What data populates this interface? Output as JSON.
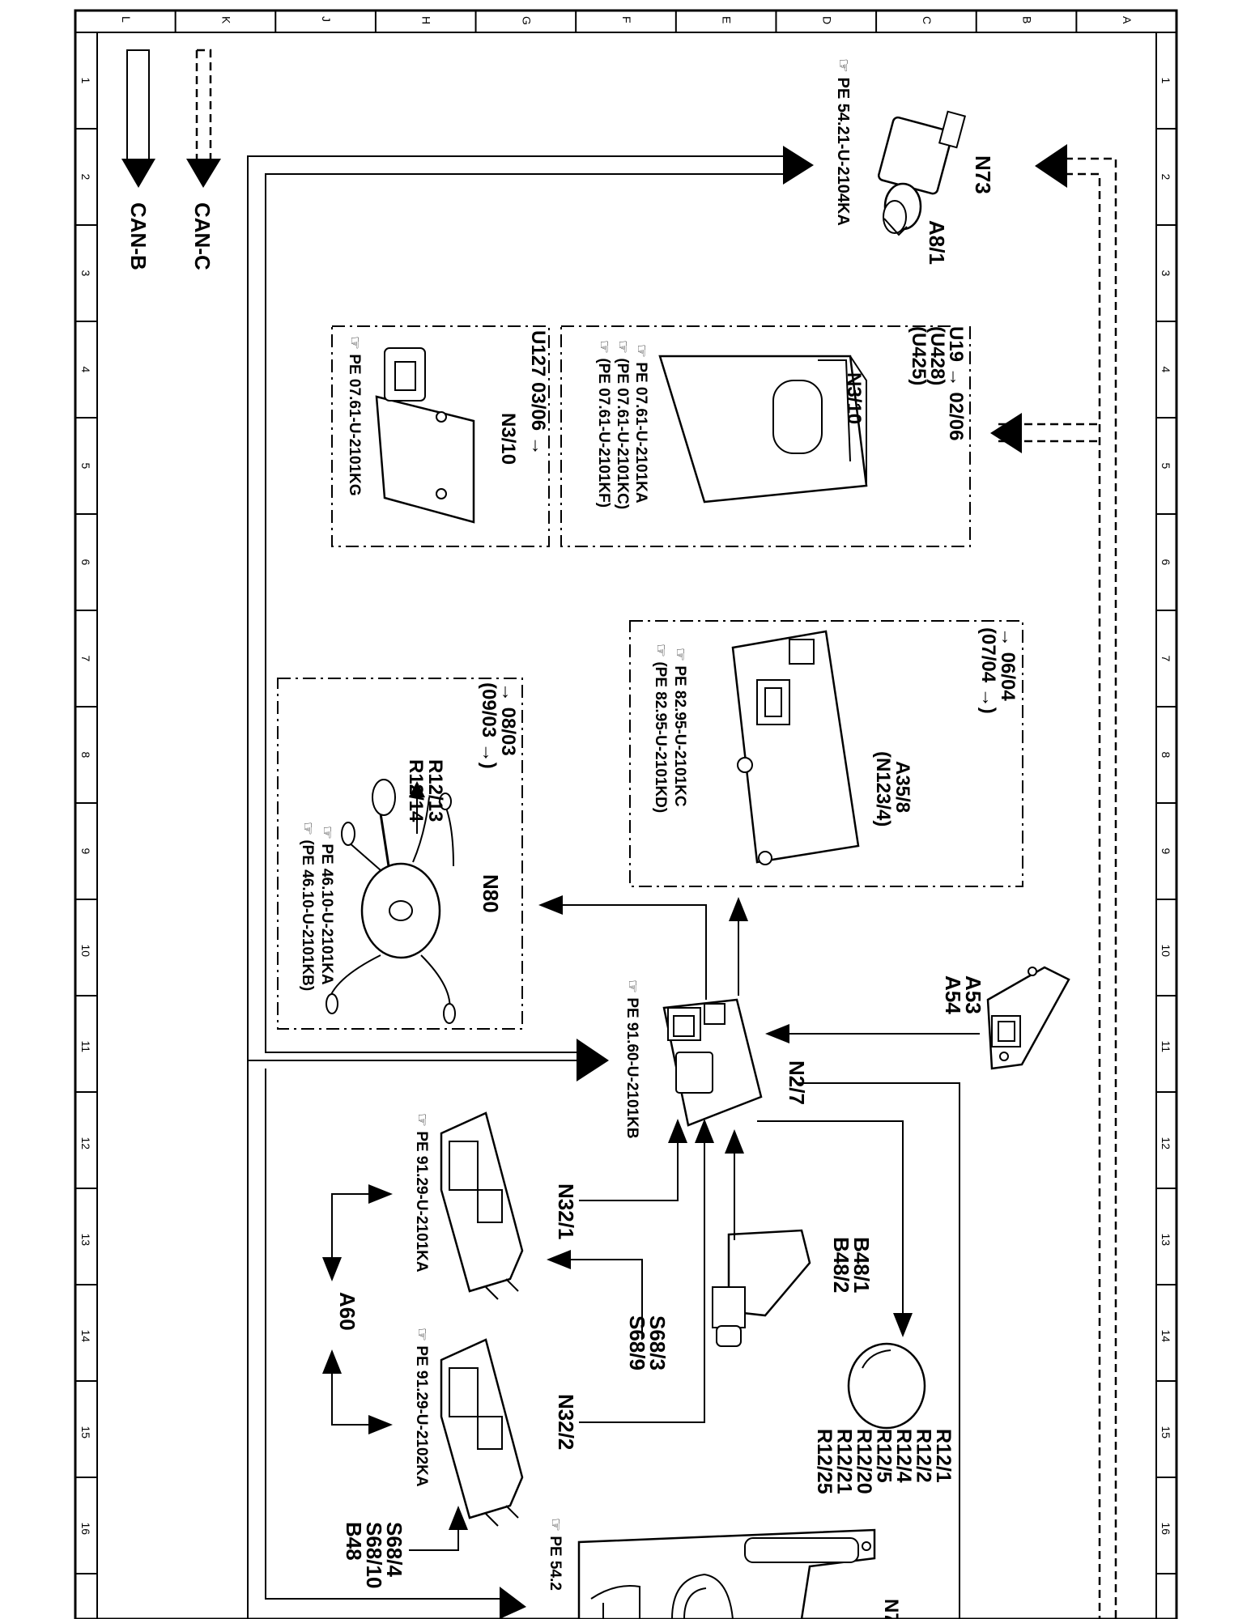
{
  "frame": {
    "column_letters": [
      "L",
      "K",
      "J",
      "H",
      "G",
      "F",
      "E",
      "D",
      "C",
      "B",
      "A"
    ],
    "row_numbers": [
      "1",
      "2",
      "3",
      "4",
      "5",
      "6",
      "7",
      "8",
      "9",
      "10",
      "11",
      "12",
      "13",
      "14",
      "15",
      "16"
    ]
  },
  "legend": {
    "can_c": "CAN-C",
    "can_b": "CAN-B"
  },
  "components": {
    "n73": {
      "code": "N73",
      "sub": "A8/1",
      "ref": "PE 54.21-U-2104KA"
    },
    "n3_10_upper": {
      "code": "N3/10",
      "variants": [
        "U19 → 02/06",
        "(U428)",
        "(U425)"
      ],
      "refs": [
        "PE 07.61-U-2101KA",
        "(PE 07.61-U-2101KC)",
        "(PE 07.61-U-2101KF)"
      ]
    },
    "n3_10_lower": {
      "code": "N3/10",
      "variant": "U127 03/06 →",
      "ref": "PE 07.61-U-2101KG"
    },
    "a35_8": {
      "code": "A35/8",
      "sub": "(N123/4)",
      "dates": [
        "→ 06/04",
        "(07/04 →)"
      ],
      "refs": [
        "PE 82.95-U-2101KC",
        "(PE 82.95-U-2101KD)"
      ]
    },
    "n80": {
      "code": "N80",
      "dates": [
        "→ 08/03",
        "(09/03 →)"
      ],
      "sub": [
        "R12/13",
        "R12/14"
      ],
      "refs": [
        "PE 46.10-U-2101KA",
        "(PE 46.10-U-2101KB)"
      ]
    },
    "a53": {
      "codes": [
        "A53",
        "A54"
      ]
    },
    "n2_7": {
      "code": "N2/7",
      "ref": "PE 91.60-U-2101KB"
    },
    "n32_1": {
      "code": "N32/1",
      "ref": "PE 91.29-U-2101KA"
    },
    "n32_2": {
      "code": "N32/2",
      "ref": "PE 91.29-U-2102KA"
    },
    "a60": {
      "code": "A60"
    },
    "s68_3": {
      "codes": [
        "S68/3",
        "S68/9"
      ]
    },
    "s68_4": {
      "codes": [
        "S68/4",
        "S68/10",
        "B48"
      ]
    },
    "b48_1": {
      "codes": [
        "B48/1",
        "B48/2"
      ]
    },
    "r12": {
      "codes": [
        "R12/1",
        "R12/2",
        "R12/4",
        "R12/5",
        "R12/20",
        "R12/21",
        "R12/25"
      ]
    },
    "n72_partial": {
      "code": "N7",
      "ref": "PE 54.2"
    }
  }
}
